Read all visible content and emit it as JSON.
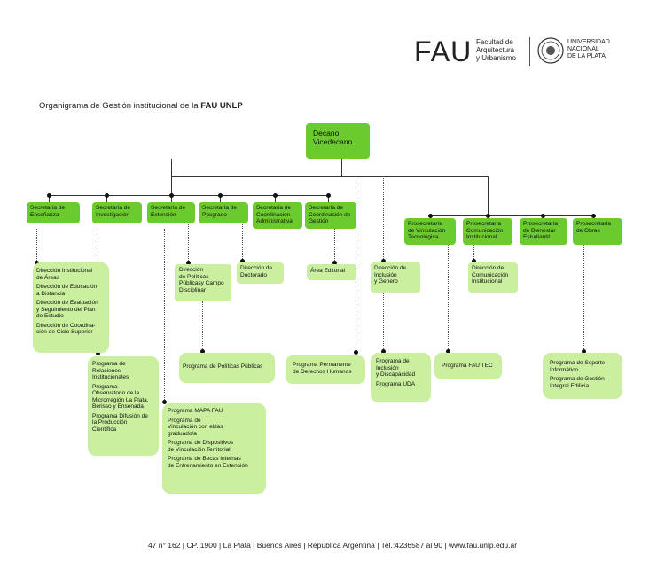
{
  "header": {
    "logo": "FAU",
    "faculty": [
      "Facultad de",
      "Arquitectura",
      "y Urbanismo"
    ],
    "university": [
      "UNIVERSIDAD",
      "NACIONAL",
      "DE LA PLATA"
    ]
  },
  "title": {
    "prefix": "Organigrama de Gestión institucional de la",
    "bold": "FAU UNLP"
  },
  "decano": [
    "Decano",
    "Vicedecano"
  ],
  "secretarias": [
    [
      "Secretaría de",
      "Enseñanza"
    ],
    [
      "Secretaría de",
      "Investigación"
    ],
    [
      "Secretaría de",
      "Extensión"
    ],
    [
      "Secretaría de",
      "Posgrado"
    ],
    [
      "Secretaría de",
      "Coordinación",
      "Administrativa"
    ],
    [
      "Secretaría de",
      "Coordinación de",
      "Gestión"
    ]
  ],
  "prosecretarias": [
    [
      "Prosecretaría",
      "de Vinculación",
      "Tecnológica"
    ],
    [
      "Prosecretaría",
      "Comunicación",
      "Institucional"
    ],
    [
      "Prosecretaría",
      "de Bienestar",
      "Estudiantil"
    ],
    [
      "Prosecretaría",
      "de Obras"
    ]
  ],
  "units": {
    "ensenanza": [
      [
        "Dirección Institucional",
        "de Áreas"
      ],
      [
        "Dirección de Educación",
        "a Distancia"
      ],
      [
        "Dirección de Evaluación",
        "y Seguimiento del Plan",
        "de Estudio"
      ],
      [
        "Dirección de Coordina-",
        "ción de Ciclo Superior"
      ]
    ],
    "investigacion": [
      [
        "Programa de",
        "Relaciones",
        "Institucionales"
      ],
      [
        "Programa",
        "Observatorio de la",
        "Microrregión La Plata,",
        "Berisso y Ensenada"
      ],
      [
        "Programa Difusión de",
        "la Producción",
        "Científica"
      ]
    ],
    "extension": [
      [
        "Programa MAPA FAU"
      ],
      [
        "Programa de",
        "Vinculación con el/las",
        "graduado/a"
      ],
      [
        "Programa de Dispositivos",
        "de Vinculación Territorial"
      ],
      [
        "Programa de Becas Internas",
        "de Entrenamiento en Extensión"
      ]
    ],
    "posgrado_politicas": [
      "Dirección",
      "de Políticas",
      "Públicasy Campo",
      "Disciplinar"
    ],
    "posgrado_programa": "Programa de Políticas Públicas",
    "doctorado": [
      "Dirección de",
      "Doctorado"
    ],
    "editorial": "Área Editorial",
    "ddhh": [
      "Programa Permanente",
      "de Derechos Humanos"
    ],
    "inclusion": [
      "Dirección de",
      "Inclusión",
      "y Genero"
    ],
    "inclusion_prog": [
      [
        "Programa de",
        "Inclusión",
        "y Discapacidad"
      ],
      [
        "Programa UDA"
      ]
    ],
    "fautec": "Programa FAU TEC",
    "comunicacion": [
      "Dirección de",
      "Comunicación",
      "Institucional"
    ],
    "obras": [
      [
        "Programa de Soporte",
        "Informático"
      ],
      [
        "Programa de Gestión",
        "Integral Edilicia"
      ]
    ]
  },
  "footer": "47 n° 162 | CP. 1900 | La Plata | Buenos Aires | República Argentina | Tel.:4236587 al 90 |  www.fau.unlp.edu.ar"
}
